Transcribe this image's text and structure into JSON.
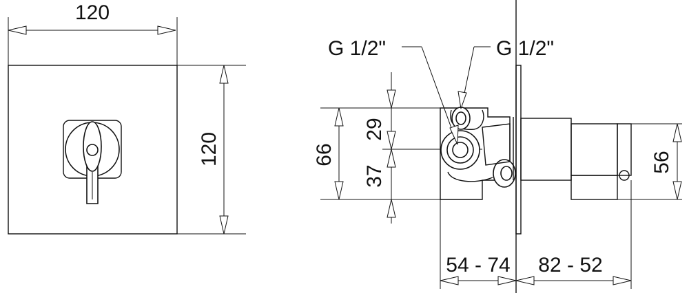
{
  "front_view": {
    "width_label": "120",
    "height_label": "120"
  },
  "side_view": {
    "thread_left_label": "G 1/2\"",
    "thread_right_label": "G 1/2\"",
    "overall_height_label": "66",
    "upper_offset_label": "29",
    "lower_offset_label": "37",
    "right_height_label": "56",
    "depth_range_label": "54 - 74",
    "extension_range_label": "82 - 52"
  }
}
